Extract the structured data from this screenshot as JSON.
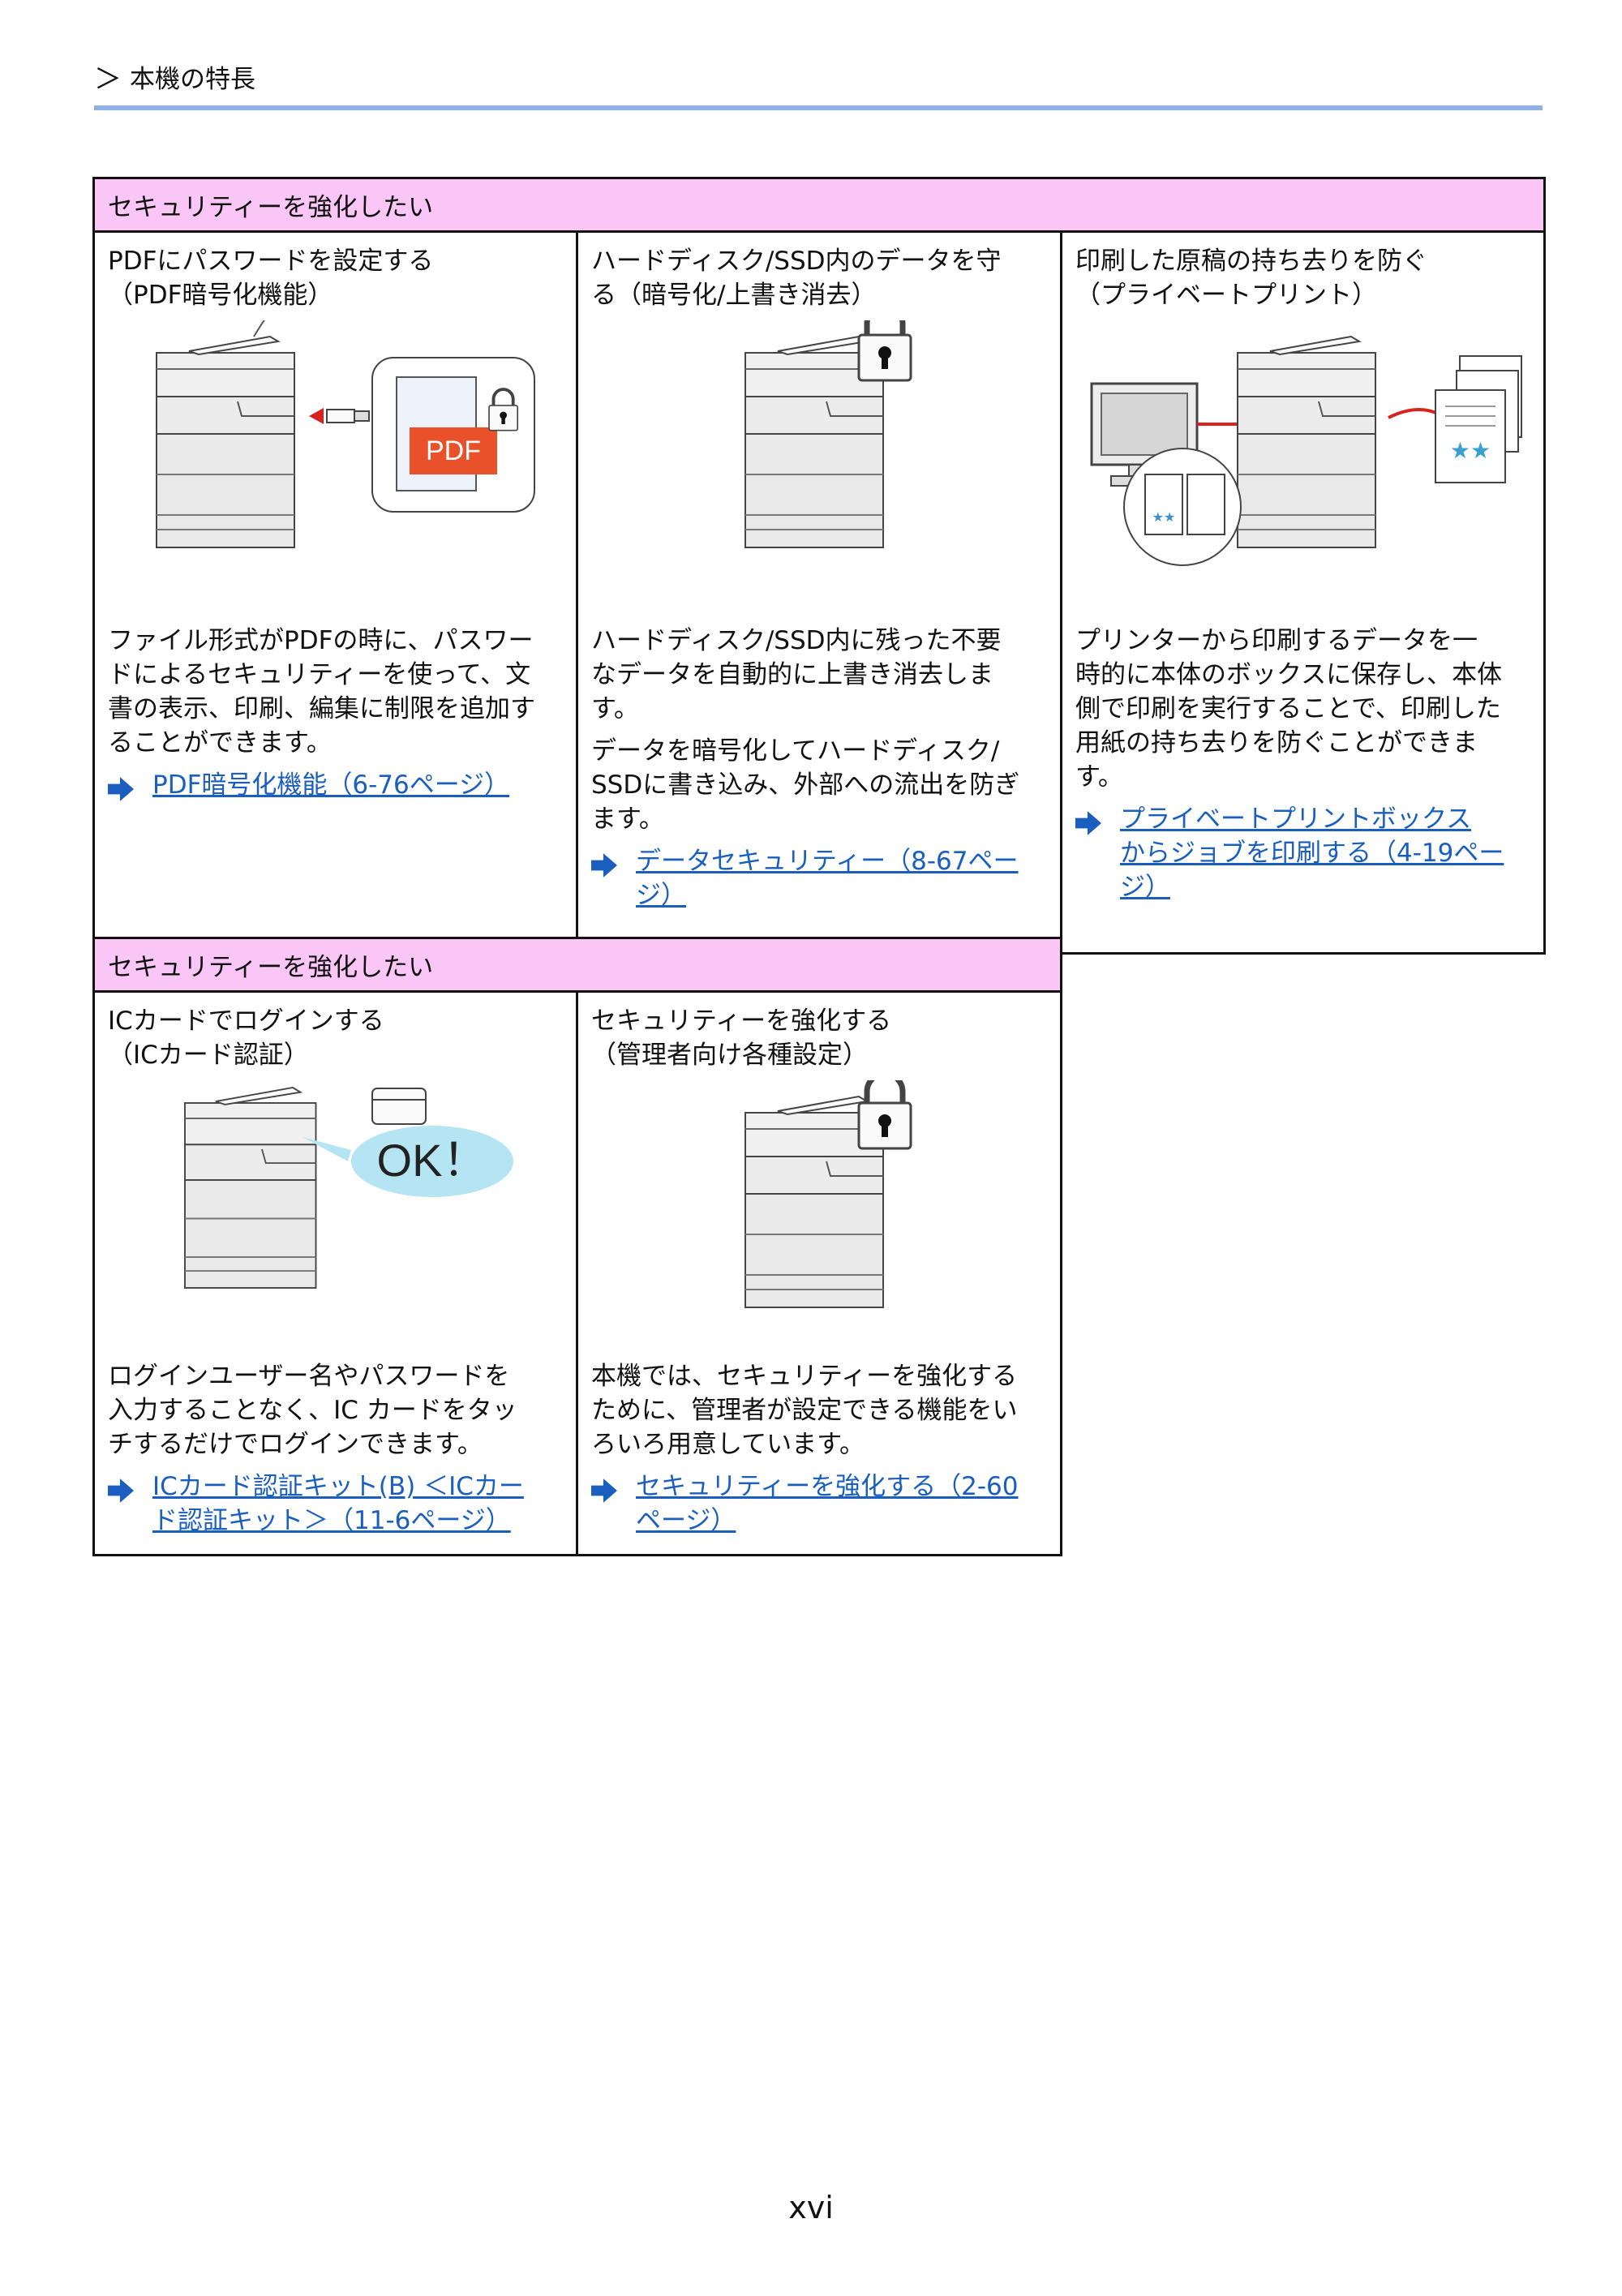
{
  "header": {
    "breadcrumb": "本機の特長"
  },
  "section1": {
    "title": "セキュリティーを強化したい",
    "cells": [
      {
        "title": "PDFにパスワードを設定する\n（PDF暗号化機能）",
        "pdf_label": "PDF",
        "desc": "ファイル形式がPDFの時に、パスワー\nドによるセキュリティーを使って、文\n書の表示、印刷、編集に制限を追加す\nることができます。",
        "link": "PDF暗号化機能（6-76ページ）"
      },
      {
        "title": "ハードディスク/SSD内のデータを守\nる（暗号化/上書き消去）",
        "desc": "ハードディスク/SSD内に残った不要\nなデータを自動的に上書き消去しま\nす。",
        "desc2": "データを暗号化してハードディスク/\nSSDに書き込み、外部への流出を防ぎ\nます。",
        "link": "データセキュリティー（8-67ペー\nジ）"
      },
      {
        "title": "印刷した原稿の持ち去りを防ぐ\n（プライベートプリント）",
        "desc": "プリンターから印刷するデータを一\n時的に本体のボックスに保存し、本体\n側で印刷を実行することで、印刷した\n用紙の持ち去りを防ぐことができま\nす。",
        "link": "プライベートプリントボックス\nからジョブを印刷する（4-19ペー\nジ）"
      }
    ]
  },
  "section2": {
    "title": "セキュリティーを強化したい",
    "cells": [
      {
        "title": "ICカードでログインする\n（ICカード認証）",
        "ok_label": "OK！",
        "desc": "ログインユーザー名やパスワードを\n入力することなく、IC カードをタッ\nチするだけでログインできます。",
        "link": "ICカード認証キット(B) ＜ICカー\nド認証キット＞（11-6ページ）"
      },
      {
        "title": "セキュリティーを強化する\n（管理者向け各種設定）",
        "desc": "本機では、セキュリティーを強化する\nために、管理者が設定できる機能をい\nろいろ用意しています。",
        "link": "セキュリティーを強化する（2-60\nページ）"
      }
    ]
  },
  "footer": {
    "page_number": "xvi"
  },
  "colors": {
    "header_bg": "#f9c6f6",
    "rule": "#8fb2e5",
    "link": "#1a5fbf",
    "pdf_red": "#e8512a",
    "arrow_red": "#d9231f",
    "ok_bubble": "#b5e4f2"
  }
}
